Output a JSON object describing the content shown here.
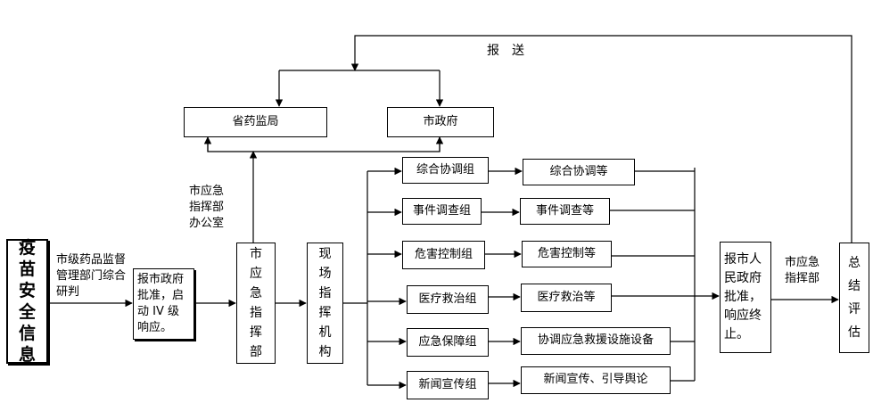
{
  "nodes": {
    "info": "疫苗安全信息",
    "report_city": "报市政府批准，启动 IV 级响应。",
    "command": "市应急指挥部",
    "field": "现场指挥机构",
    "provincial": "省药监局",
    "city_gov": "市政府",
    "final_report": "报市人民政府批准，响应终止。",
    "summary": "总结评估"
  },
  "groups": [
    {
      "name": "综合协调组",
      "task": "综合协调等"
    },
    {
      "name": "事件调查组",
      "task": "事件调查等"
    },
    {
      "name": "危害控制组",
      "task": "危害控制等"
    },
    {
      "name": "医疗救治组",
      "task": "医疗救治等"
    },
    {
      "name": "应急保障组",
      "task": "协调应急救援设施设备"
    },
    {
      "name": "新闻宣传组",
      "task": "新闻宣传、引导舆论"
    }
  ],
  "labels": {
    "report_send": "报　送",
    "judge": "市级药品监督管理部门综合研判",
    "office": "市应急指挥部办公室",
    "city_command": "市应急指挥部"
  }
}
